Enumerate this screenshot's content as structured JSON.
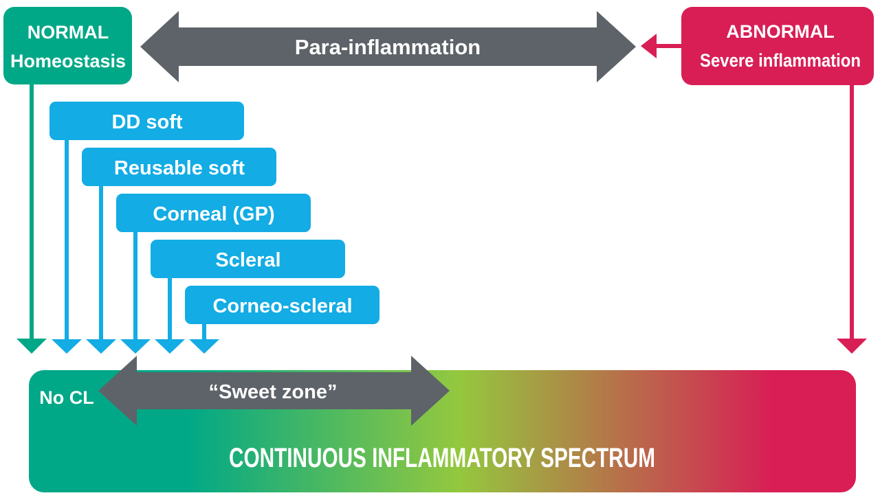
{
  "normal": {
    "line1": "NORMAL",
    "line2": "Homeostasis",
    "color": "#00a887"
  },
  "abnormal": {
    "line1": "ABNORMAL",
    "line2": "Severe inflammation",
    "color": "#d81e55"
  },
  "para": {
    "label": "Para-inflammation",
    "color": "#5d6368"
  },
  "lenses": [
    {
      "label": "DD soft"
    },
    {
      "label": "Reusable soft"
    },
    {
      "label": "Corneal (GP)"
    },
    {
      "label": "Scleral"
    },
    {
      "label": "Corneo-scleral"
    }
  ],
  "lens_color": "#13ace4",
  "spectrum": {
    "no_cl": "No CL",
    "sweet_zone": "“Sweet zone”",
    "title": "CONTINUOUS INFLAMMATORY SPECTRUM",
    "colors": [
      "#00a887",
      "#94c83e",
      "#d81e55"
    ]
  }
}
